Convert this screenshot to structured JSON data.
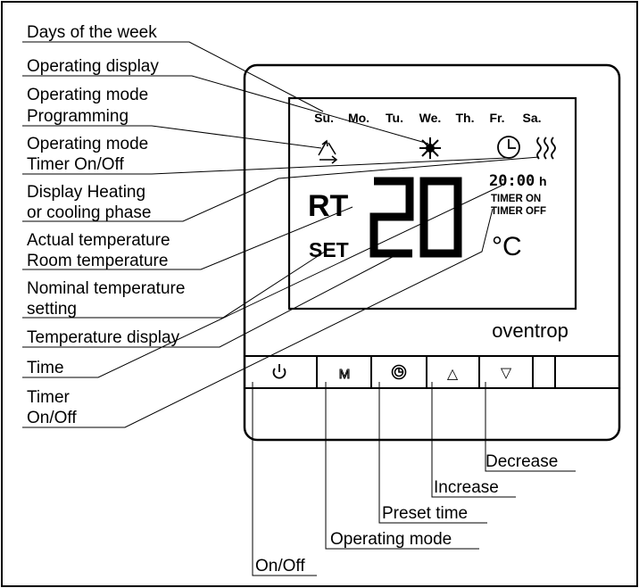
{
  "callouts_left": [
    "Days of the week",
    "Operating display",
    "Operating mode",
    "Programming",
    "Operating mode",
    "Timer On/Off",
    "Display Heating",
    "or cooling phase",
    "Actual temperature",
    "Room temperature",
    "Nominal temperature",
    "setting",
    "Temperature display",
    "Time",
    "Timer",
    "On/Off"
  ],
  "callouts_bottom": [
    "Decrease",
    "Increase",
    "Preset time",
    "Operating mode",
    "On/Off"
  ],
  "days": [
    "Su.",
    "Mo.",
    "Tu.",
    "We.",
    "Th.",
    "Fr.",
    "Sa."
  ],
  "display": {
    "rt": "RT",
    "set": "SET",
    "temperature": "20",
    "time_digits": "20:00",
    "time_suffix": "h",
    "timer_on": "TIMER ON",
    "timer_off": "TIMER OFF",
    "unit": "°C"
  },
  "brand": "oventrop",
  "buttons": {
    "mode": "M",
    "up": "△",
    "down": "▽"
  }
}
